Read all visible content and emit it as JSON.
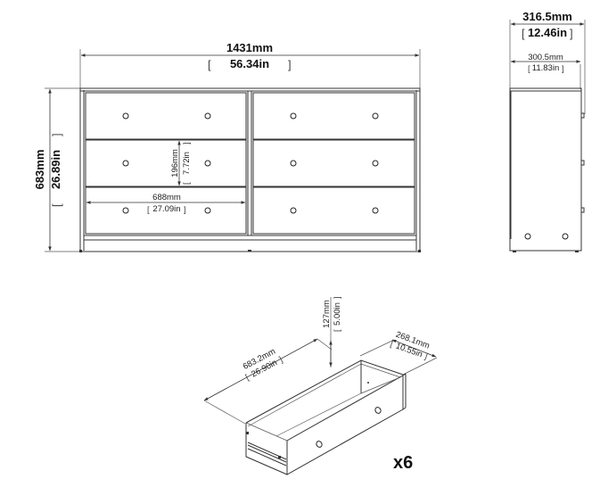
{
  "front_view": {
    "width_mm": "1431mm",
    "width_in": "56.34in",
    "height_mm": "683mm",
    "height_in": "26.89in",
    "drawer_height_mm": "196mm",
    "drawer_height_in": "7.72in",
    "drawer_width_mm": "688mm",
    "drawer_width_in": "27.09in",
    "drawer_rows": 3,
    "drawer_columns": 2
  },
  "side_view": {
    "depth_outer_mm": "316.5mm",
    "depth_outer_in": "12.46in",
    "depth_inner_mm": "300.5mm",
    "depth_inner_in": "11.83in"
  },
  "drawer_detail": {
    "length_mm": "683.2mm",
    "length_in": "26.90in",
    "height_mm": "127mm",
    "height_in": "5.00in",
    "depth_mm": "268.1mm",
    "depth_in": "10.55in",
    "quantity": "x6"
  },
  "colors": {
    "line": "#333333",
    "background": "#ffffff"
  }
}
